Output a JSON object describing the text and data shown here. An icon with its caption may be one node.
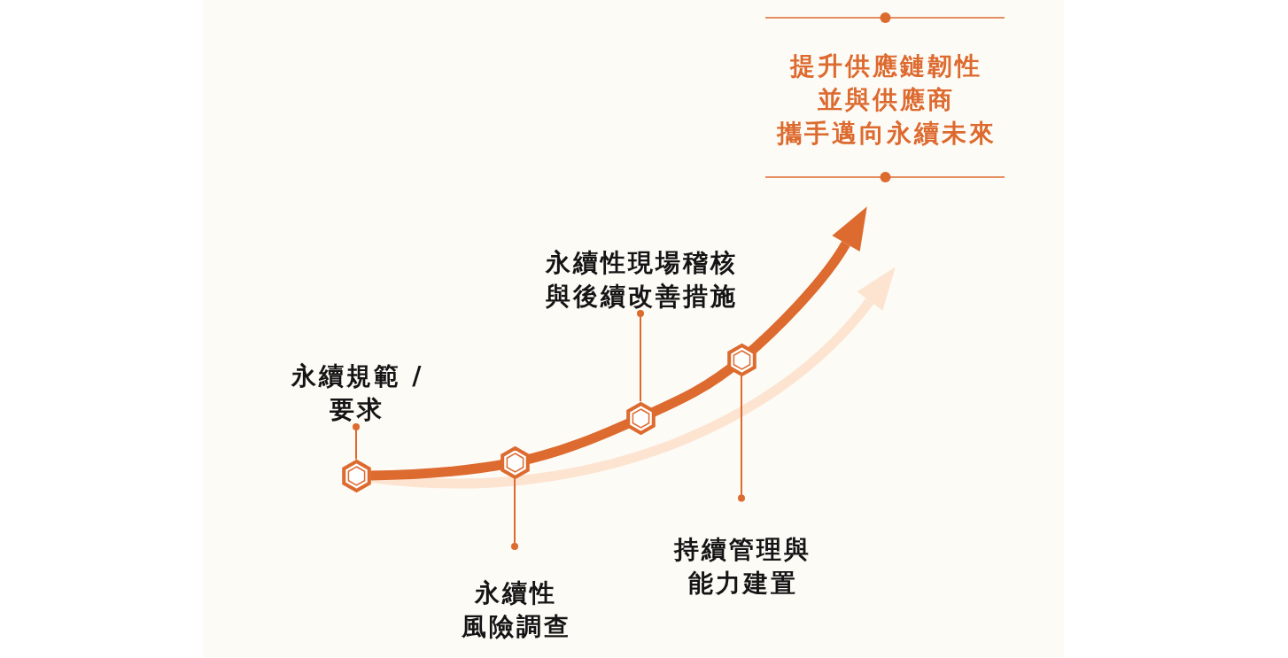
{
  "diagram": {
    "nodes": [
      {
        "text": [
          "永續規範 /要求"
        ]
      },
      {
        "text": [],
        "shape": "hexagon"
      },
      {
        "text": [
          "永續性風險調查"
        ]
      },
      {
        "text": [],
        "shape": "hexagon"
      },
      {
        "text": [
          "永續性現場稽核與後續改善措施"
        ]
      },
      {
        "text": [],
        "shape": "hexagon"
      },
      {
        "text": [
          "持續管理與能力建置"
        ]
      },
      {
        "text": [],
        "shape": "hexagon"
      }
    ],
    "edges": [
      {
        "from": 1,
        "to": null,
        "arrow": "to",
        "style": "thick"
      },
      {
        "from": 1,
        "to": null,
        "arrow": "to",
        "style": "thick",
        "color": "#fce4d1"
      },
      {
        "from": 0,
        "to": 1,
        "arrow": "other"
      },
      {
        "from": 2,
        "to": 3,
        "arrow": "other"
      },
      {
        "from": 4,
        "to": 5,
        "arrow": "other"
      },
      {
        "from": 6,
        "to": 7,
        "arrow": "other"
      }
    ],
    "labels": [
      "提升供應鏈韌性並與供應商攜手邁向永續未來"
    ]
  }
}
